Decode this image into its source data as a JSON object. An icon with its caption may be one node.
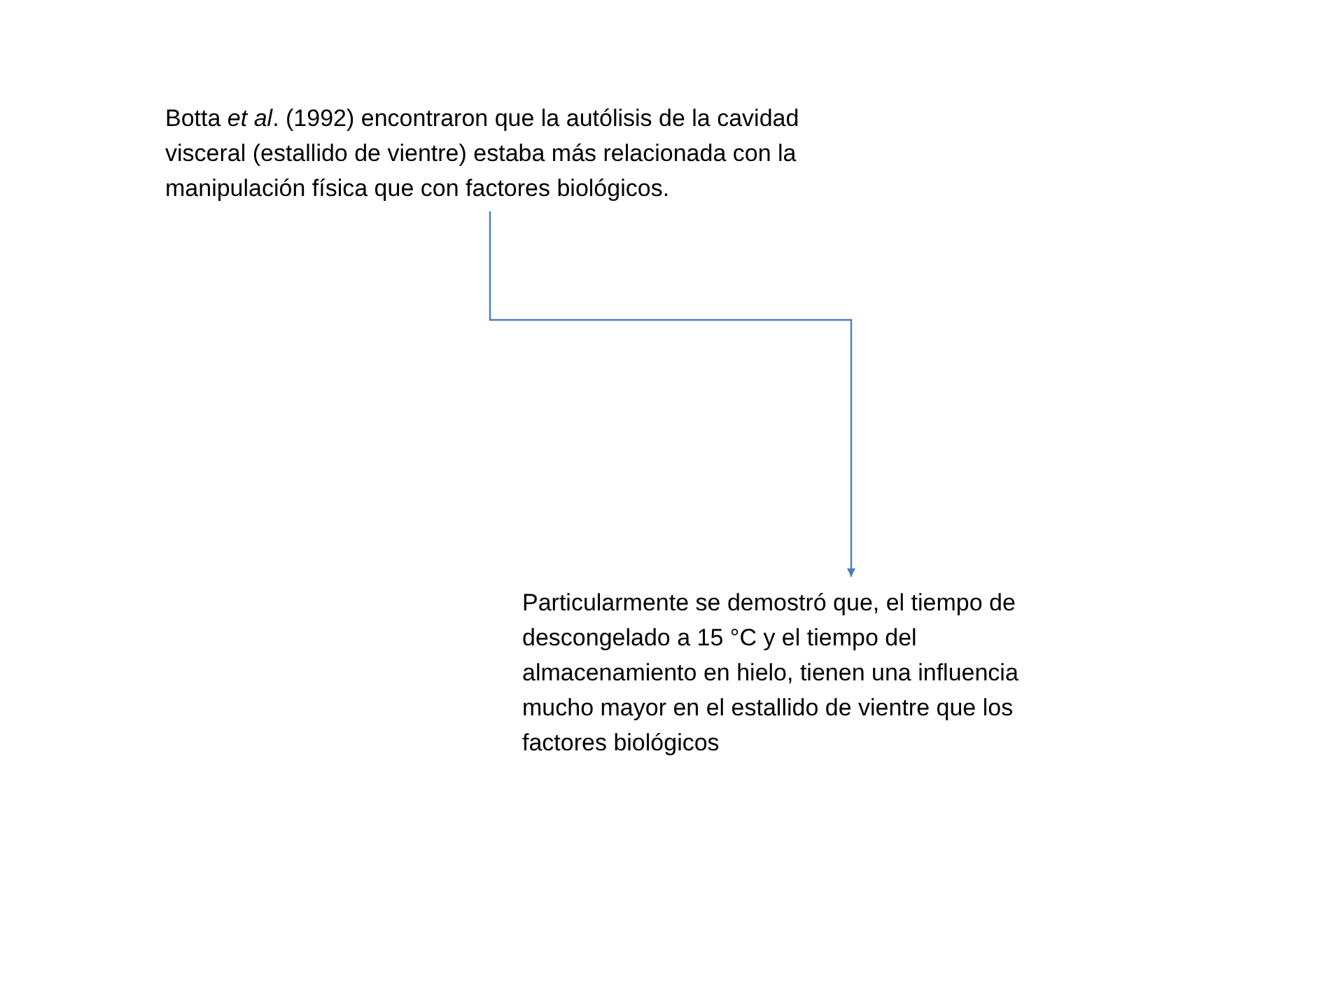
{
  "diagram": {
    "nodes": [
      {
        "text": [
          "Botta *et al*. (1992) encontraron que la autólisis de la cavidad visceral (estallido de vientre) estaba más relacionada con la manipulación física que con factores biológicos."
        ]
      },
      {
        "text": [
          "Particularmente se demostró que, el tiempo de descongelado a 15 °C y el tiempo del almacenamiento en hielo, tienen una influencia mucho mayor en el estallido de vientre que los factores biológicos"
        ]
      }
    ],
    "edges": [
      {
        "from": 0,
        "to": 1,
        "arrow": "to"
      }
    ]
  }
}
